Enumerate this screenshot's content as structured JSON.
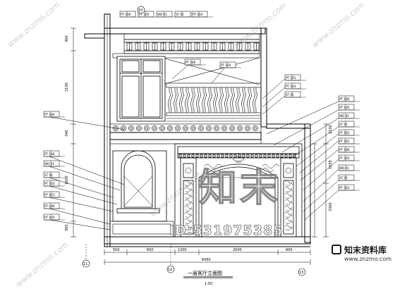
{
  "drawing": {
    "title": "一层客厅立面图",
    "scale": "1:50",
    "grid_bubbles": [
      "10",
      "11",
      "12",
      "13"
    ],
    "overall_width": "6450",
    "dimensions_bottom": [
      "500",
      "600",
      "2000",
      "600",
      "1300"
    ],
    "dimensions_left": [
      "300",
      "2100",
      "340",
      "1600",
      "300"
    ],
    "dimensions_right": [
      "2100",
      "1550",
      "3300"
    ],
    "material_tags": [
      "PT 106",
      "PT 105",
      "WD 01",
      "ST 01",
      "PT 103",
      "PT 101"
    ]
  },
  "watermarks": {
    "big_text": "知末",
    "id_text": "ID:531975385",
    "diagonal_text": "www.znzmo.com",
    "logo_text": "知末资料库",
    "logo_url": "www.znzmo.com"
  }
}
